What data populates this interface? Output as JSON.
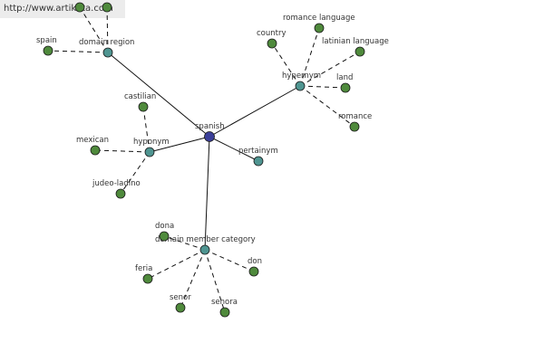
{
  "watermark": "http://www.artikata.com",
  "colors": {
    "root": "#3b3f99",
    "relation": "#4f9591",
    "leaf": "#4f8a3c"
  },
  "nodes": [
    {
      "id": "spanish",
      "label": "spanish",
      "kind": "root"
    },
    {
      "id": "domain-region",
      "label": "domain region",
      "kind": "relation"
    },
    {
      "id": "hypernym-right",
      "label": "hypernym",
      "kind": "relation"
    },
    {
      "id": "hyponym",
      "label": "hyponym",
      "kind": "relation"
    },
    {
      "id": "pertainym",
      "label": "pertainym",
      "kind": "relation"
    },
    {
      "id": "domain-member-category",
      "label": "domain member category",
      "kind": "relation"
    },
    {
      "id": "spain",
      "label": "spain",
      "kind": "leaf"
    },
    {
      "id": "dr-top-a",
      "label": "",
      "kind": "leaf"
    },
    {
      "id": "dr-top-b",
      "label": "",
      "kind": "leaf"
    },
    {
      "id": "country",
      "label": "country",
      "kind": "leaf"
    },
    {
      "id": "romance-language",
      "label": "romance language",
      "kind": "leaf"
    },
    {
      "id": "latinian-language",
      "label": "latinian language",
      "kind": "leaf"
    },
    {
      "id": "land",
      "label": "land",
      "kind": "leaf"
    },
    {
      "id": "romance",
      "label": "romance",
      "kind": "leaf"
    },
    {
      "id": "castilian",
      "label": "castilian",
      "kind": "leaf"
    },
    {
      "id": "mexican",
      "label": "mexican",
      "kind": "leaf"
    },
    {
      "id": "judeo-ladino",
      "label": "judeo-ladino",
      "kind": "leaf"
    },
    {
      "id": "dona",
      "label": "dona",
      "kind": "leaf"
    },
    {
      "id": "feria",
      "label": "feria",
      "kind": "leaf"
    },
    {
      "id": "don",
      "label": "don",
      "kind": "leaf"
    },
    {
      "id": "senor",
      "label": "senor",
      "kind": "leaf"
    },
    {
      "id": "senora",
      "label": "senora",
      "kind": "leaf"
    }
  ],
  "edges": [
    {
      "from": "spanish",
      "to": "domain-region",
      "style": "solid"
    },
    {
      "from": "spanish",
      "to": "hypernym-right",
      "style": "solid"
    },
    {
      "from": "spanish",
      "to": "hyponym",
      "style": "solid"
    },
    {
      "from": "spanish",
      "to": "pertainym",
      "style": "solid"
    },
    {
      "from": "spanish",
      "to": "domain-member-category",
      "style": "solid"
    },
    {
      "from": "domain-region",
      "to": "spain",
      "style": "dashed"
    },
    {
      "from": "domain-region",
      "to": "dr-top-a",
      "style": "dashed"
    },
    {
      "from": "domain-region",
      "to": "dr-top-b",
      "style": "dashed"
    },
    {
      "from": "hypernym-right",
      "to": "country",
      "style": "dashed"
    },
    {
      "from": "hypernym-right",
      "to": "romance-language",
      "style": "dashed"
    },
    {
      "from": "hypernym-right",
      "to": "latinian-language",
      "style": "dashed"
    },
    {
      "from": "hypernym-right",
      "to": "land",
      "style": "dashed"
    },
    {
      "from": "hypernym-right",
      "to": "romance",
      "style": "dashed"
    },
    {
      "from": "hyponym",
      "to": "castilian",
      "style": "dashed"
    },
    {
      "from": "hyponym",
      "to": "mexican",
      "style": "dashed"
    },
    {
      "from": "hyponym",
      "to": "judeo-ladino",
      "style": "dashed"
    },
    {
      "from": "domain-member-category",
      "to": "dona",
      "style": "dashed"
    },
    {
      "from": "domain-member-category",
      "to": "feria",
      "style": "dashed"
    },
    {
      "from": "domain-member-category",
      "to": "don",
      "style": "dashed"
    },
    {
      "from": "domain-member-category",
      "to": "senor",
      "style": "dashed"
    },
    {
      "from": "domain-member-category",
      "to": "senora",
      "style": "dashed"
    }
  ]
}
